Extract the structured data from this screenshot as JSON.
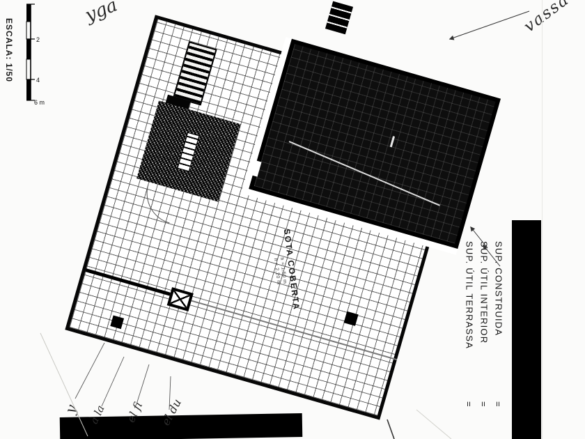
{
  "scalebar": {
    "label": "ESCALA: 1/50",
    "ticks": [
      "2",
      "4",
      "6 m"
    ]
  },
  "plan": {
    "room_label": "SOTA COBERTA",
    "room_sub_lines": [
      "h = 1,50 m",
      "h = 2,20 m"
    ]
  },
  "legend": {
    "items": [
      {
        "label": "SUP. CONSTRUIDA",
        "eq": "="
      },
      {
        "label": "SUP. ÚTIL INTERIOR",
        "eq": "="
      },
      {
        "label": "SUP. ÚTIL TERRASSA",
        "eq": "="
      }
    ]
  },
  "handwriting": {
    "top_left": "yga",
    "top_right": "vassa",
    "bottom_words": [
      "y",
      "a la",
      "el fi",
      "el du"
    ]
  },
  "colors": {
    "ink": "#111111",
    "paper": "#fbfbfa",
    "redaction": "#000000"
  }
}
